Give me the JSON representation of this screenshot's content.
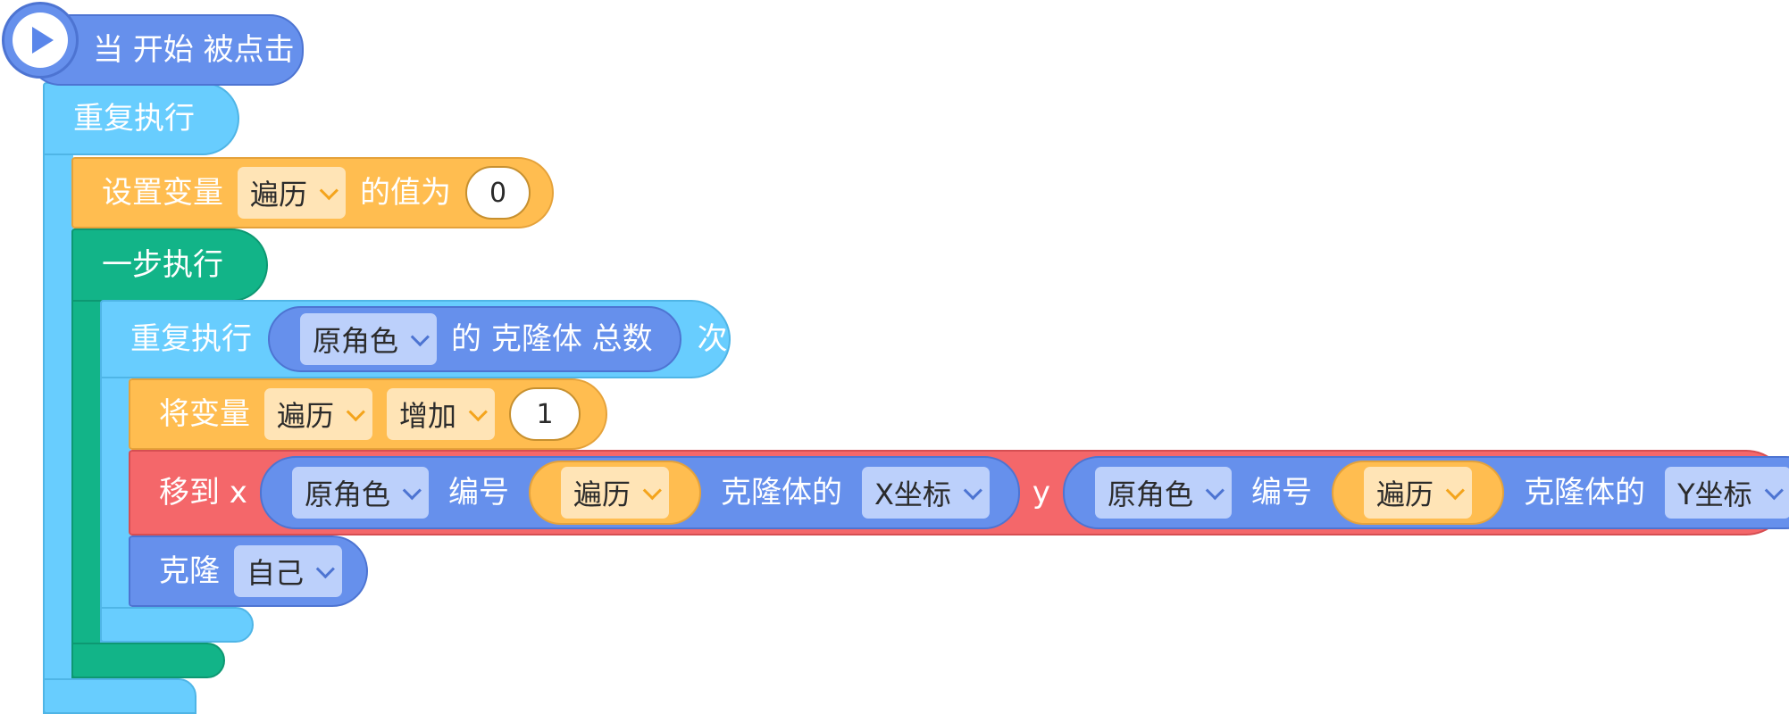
{
  "event": {
    "label": "当 开始 被点击",
    "icon": "play-icon"
  },
  "forever": {
    "label": "重复执行"
  },
  "set_var": {
    "label": "设置变量",
    "var": "遍历",
    "value_label": "的值为",
    "value": "0"
  },
  "step": {
    "label": "一步执行"
  },
  "repeat": {
    "label": "重复执行",
    "sprite": "原角色",
    "reporter_label": "的 克隆体 总数",
    "times_label": "次"
  },
  "change_var": {
    "label": "将变量",
    "var": "遍历",
    "op": "增加",
    "value": "1"
  },
  "move": {
    "label": "移到 x",
    "x": {
      "sprite": "原角色",
      "index_label": "编号",
      "index_var": "遍历",
      "of_label": "克隆体的",
      "prop": "X坐标"
    },
    "y_label": "y",
    "y": {
      "sprite": "原角色",
      "index_label": "编号",
      "index_var": "遍历",
      "of_label": "克隆体的",
      "prop": "Y坐标"
    }
  },
  "clone": {
    "label": "克隆",
    "target": "自己"
  },
  "colors": {
    "event": "#6690ec",
    "control": "#68cdfe",
    "variable": "#ffbd50",
    "step": "#12b488",
    "motion": "#f4676a"
  }
}
